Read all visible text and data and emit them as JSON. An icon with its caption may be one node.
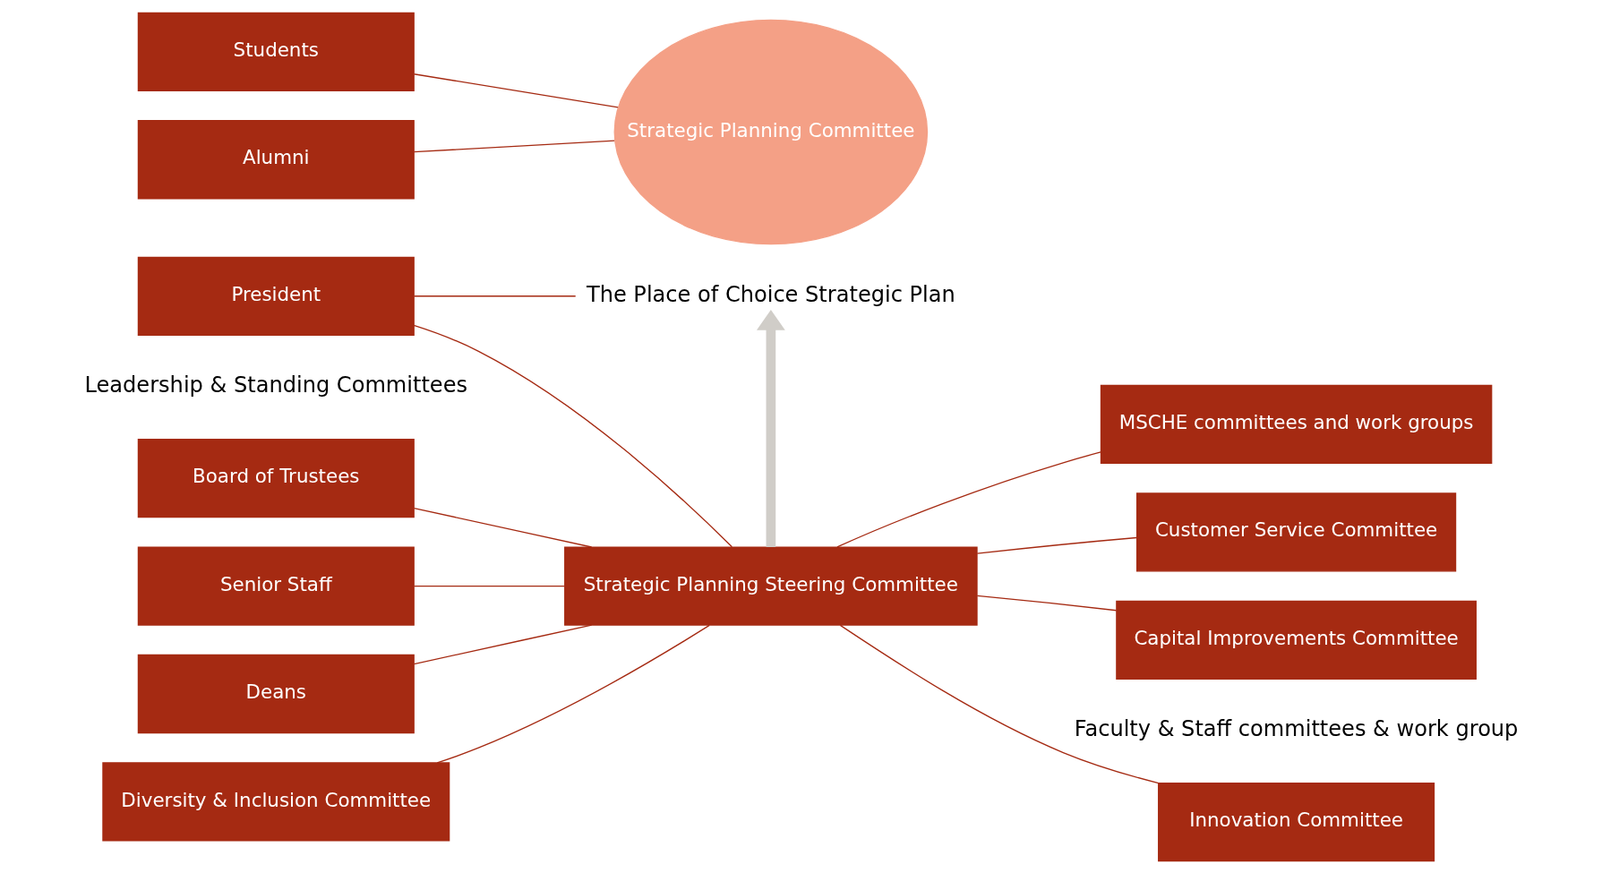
{
  "diagram": {
    "nodes": [
      {
        "text": [
          "President"
        ]
      },
      {
        "text": [
          "The Place of Choice Strategic Plan"
        ]
      },
      {
        "text": [
          "Board of Trustees"
        ]
      },
      {
        "text": [
          "Senior Staff"
        ]
      },
      {
        "text": [
          "Deans"
        ]
      },
      {
        "text": [
          "Diversity & Inclusion Committee"
        ]
      },
      {
        "text": [
          "Strategic Planning Steering Committee"
        ]
      },
      {
        "text": [
          "Strategic Planning Committee"
        ]
      },
      {
        "text": [
          "Innovation Committee"
        ]
      },
      {
        "text": [
          "MSCHE committees and work groups"
        ]
      },
      {
        "text": [
          "Customer Service Committee"
        ]
      },
      {
        "text": [
          "Capital Improvements Committee"
        ]
      },
      {
        "text": [
          "Students"
        ]
      },
      {
        "text": [
          "Alumni"
        ]
      }
    ],
    "edges": [
      {
        "from": 0,
        "to": 6,
        "arrow": "none"
      },
      {
        "from": 0,
        "to": 1,
        "arrow": "none"
      },
      {
        "from": 6,
        "to": 1,
        "arrow": "to",
        "style": "thick",
        "color": "#d0cdc8"
      },
      {
        "from": 2,
        "to": 6,
        "arrow": "none"
      },
      {
        "from": 3,
        "to": 6,
        "arrow": "none"
      },
      {
        "from": 4,
        "to": 6,
        "arrow": "none"
      },
      {
        "from": 5,
        "to": 6,
        "arrow": "none"
      },
      {
        "from": 8,
        "to": 6,
        "arrow": "none"
      },
      {
        "from": 9,
        "to": 6,
        "arrow": "none"
      },
      {
        "from": 10,
        "to": 6,
        "arrow": "none"
      },
      {
        "from": 11,
        "to": 6,
        "arrow": "none"
      },
      {
        "from": 12,
        "to": 7,
        "arrow": "none"
      },
      {
        "from": 13,
        "to": 7,
        "arrow": "none"
      }
    ],
    "labels": [
      "Leadership & Standing Committees",
      "Faculty & Staff committees & work group"
    ]
  }
}
